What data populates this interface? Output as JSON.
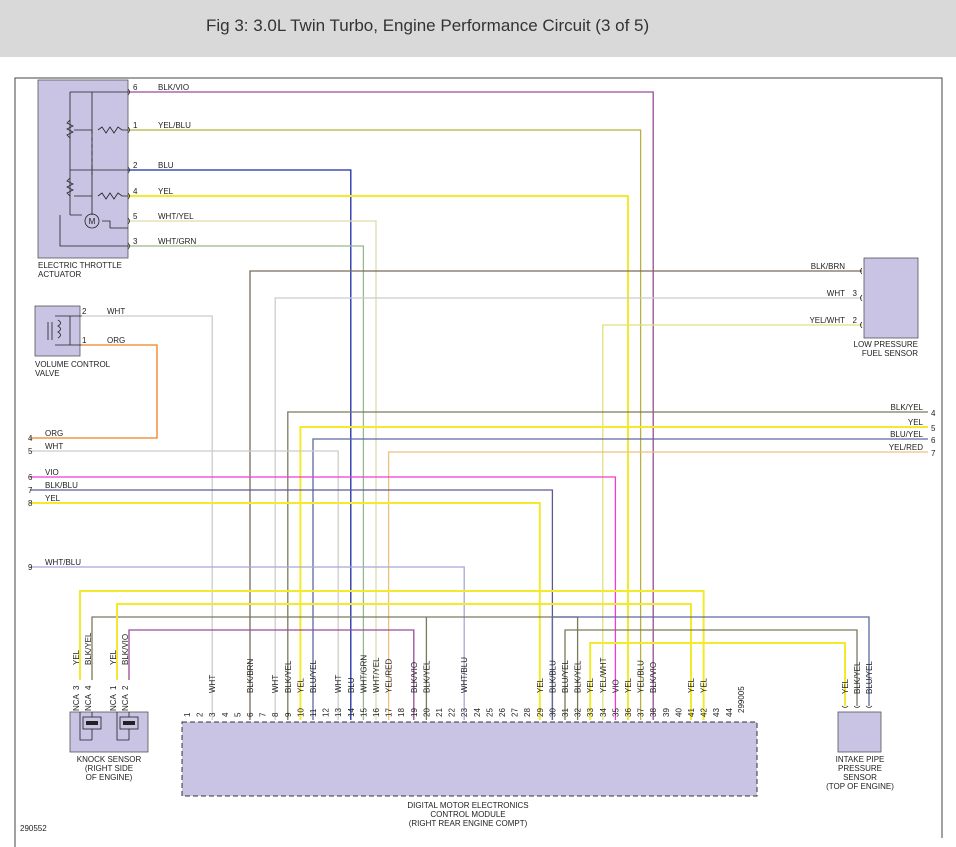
{
  "title": "Fig 3: 3.0L Twin Turbo, Engine Performance Circuit (3 of 5)",
  "figure_number": "290552",
  "corner_code": "299005",
  "components": {
    "throttle": {
      "line1": "ELECTRIC THROTTLE",
      "line2": "ACTUATOR",
      "motor": "M"
    },
    "vcv": {
      "line1": "VOLUME CONTROL",
      "line2": "VALVE"
    },
    "lpfs": {
      "line1": "LOW PRESSURE",
      "line2": "FUEL SENSOR"
    },
    "knock": {
      "line1": "KNOCK SENSOR",
      "line2": "(RIGHT SIDE",
      "line3": "OF ENGINE)"
    },
    "ecm": {
      "line1": "DIGITAL MOTOR ELECTRONICS",
      "line2": "CONTROL MODULE",
      "line3": "(RIGHT REAR ENGINE COMPT)"
    },
    "ipps": {
      "line1": "INTAKE PIPE",
      "line2": "PRESSURE",
      "line3": "SENSOR",
      "line4": "(TOP OF ENGINE)"
    }
  },
  "colors": {
    "BLK/VIO": "#9a4a9a",
    "YEL/BLU": "#b8b040",
    "BLU": "#1a2aa8",
    "YEL": "#f2ea2a",
    "WHT/YEL": "#dedcae",
    "WHT/GRN": "#9ab890",
    "BLK/BRN": "#7a6a5a",
    "WHT": "#cccccc",
    "YEL/WHT": "#e4e07a",
    "ORG": "#f08020",
    "BLK/YEL": "#7a7a5a",
    "BLU/YEL": "#5a6aa0",
    "YEL/RED": "#eec080",
    "VIO": "#f03ad0",
    "BLK/BLU": "#5a5a9a",
    "WHT/BLU": "#a8a8d8"
  },
  "throttle_pins": [
    {
      "pin": "6",
      "wire": "BLK/VIO"
    },
    {
      "pin": "1",
      "wire": "YEL/BLU"
    },
    {
      "pin": "2",
      "wire": "BLU"
    },
    {
      "pin": "4",
      "wire": "YEL"
    },
    {
      "pin": "5",
      "wire": "WHT/YEL"
    },
    {
      "pin": "3",
      "wire": "WHT/GRN"
    }
  ],
  "vcv_pins": [
    {
      "pin": "2",
      "wire": "WHT"
    },
    {
      "pin": "1",
      "wire": "ORG"
    }
  ],
  "lpfs_pins": [
    {
      "pin": "",
      "wire": "BLK/BRN"
    },
    {
      "pin": "3",
      "wire": "WHT"
    },
    {
      "pin": "2",
      "wire": "YEL/WHT"
    }
  ],
  "right_conn": [
    {
      "pin": "4",
      "wire": "BLK/YEL"
    },
    {
      "pin": "5",
      "wire": "YEL"
    },
    {
      "pin": "6",
      "wire": "BLU/YEL"
    },
    {
      "pin": "7",
      "wire": "YEL/RED"
    }
  ],
  "left_conn": [
    {
      "pin": "4",
      "wire": "ORG"
    },
    {
      "pin": "5",
      "wire": "WHT"
    },
    {
      "pin": "6",
      "wire": "VIO"
    },
    {
      "pin": "7",
      "wire": "BLK/BLU"
    },
    {
      "pin": "8",
      "wire": "YEL"
    },
    {
      "pin": "9",
      "wire": "WHT/BLU"
    }
  ],
  "knock_pins": [
    {
      "pin": "3",
      "wire": "YEL",
      "nca": "NCA"
    },
    {
      "pin": "4",
      "wire": "BLK/YEL",
      "nca": "NCA"
    },
    {
      "pin": "1",
      "wire": "YEL",
      "nca": "NCA"
    },
    {
      "pin": "2",
      "wire": "BLK/VIO",
      "nca": "NCA"
    }
  ],
  "ipps_pins": [
    {
      "pin": "",
      "wire": "YEL"
    },
    {
      "pin": "",
      "wire": "BLK/YEL"
    },
    {
      "pin": "",
      "wire": "BLU/YEL"
    }
  ],
  "ecm_pins": [
    {
      "pin": "1",
      "wire": ""
    },
    {
      "pin": "2",
      "wire": ""
    },
    {
      "pin": "3",
      "wire": "WHT"
    },
    {
      "pin": "4",
      "wire": ""
    },
    {
      "pin": "5",
      "wire": ""
    },
    {
      "pin": "6",
      "wire": "BLK/BRN"
    },
    {
      "pin": "7",
      "wire": ""
    },
    {
      "pin": "8",
      "wire": "WHT"
    },
    {
      "pin": "9",
      "wire": "BLK/YEL"
    },
    {
      "pin": "10",
      "wire": "YEL"
    },
    {
      "pin": "11",
      "wire": "BLU/YEL"
    },
    {
      "pin": "12",
      "wire": ""
    },
    {
      "pin": "13",
      "wire": "WHT"
    },
    {
      "pin": "14",
      "wire": "BLU"
    },
    {
      "pin": "15",
      "wire": "WHT/GRN"
    },
    {
      "pin": "16",
      "wire": "WHT/YEL"
    },
    {
      "pin": "17",
      "wire": "YEL/RED"
    },
    {
      "pin": "18",
      "wire": ""
    },
    {
      "pin": "19",
      "wire": "BLK/VIO"
    },
    {
      "pin": "20",
      "wire": "BLK/YEL"
    },
    {
      "pin": "21",
      "wire": ""
    },
    {
      "pin": "22",
      "wire": ""
    },
    {
      "pin": "23",
      "wire": "WHT/BLU"
    },
    {
      "pin": "24",
      "wire": ""
    },
    {
      "pin": "25",
      "wire": ""
    },
    {
      "pin": "26",
      "wire": ""
    },
    {
      "pin": "27",
      "wire": ""
    },
    {
      "pin": "28",
      "wire": ""
    },
    {
      "pin": "29",
      "wire": "YEL"
    },
    {
      "pin": "30",
      "wire": "BLK/BLU"
    },
    {
      "pin": "31",
      "wire": "BLU/YEL"
    },
    {
      "pin": "32",
      "wire": "BLK/YEL"
    },
    {
      "pin": "33",
      "wire": "YEL"
    },
    {
      "pin": "34",
      "wire": "YEL/WHT"
    },
    {
      "pin": "35",
      "wire": "VIO"
    },
    {
      "pin": "36",
      "wire": "YEL"
    },
    {
      "pin": "37",
      "wire": "YEL/BLU"
    },
    {
      "pin": "38",
      "wire": "BLK/VIO"
    },
    {
      "pin": "39",
      "wire": ""
    },
    {
      "pin": "40",
      "wire": ""
    },
    {
      "pin": "41",
      "wire": "YEL"
    },
    {
      "pin": "42",
      "wire": "YEL"
    },
    {
      "pin": "43",
      "wire": ""
    },
    {
      "pin": "44",
      "wire": ""
    }
  ]
}
